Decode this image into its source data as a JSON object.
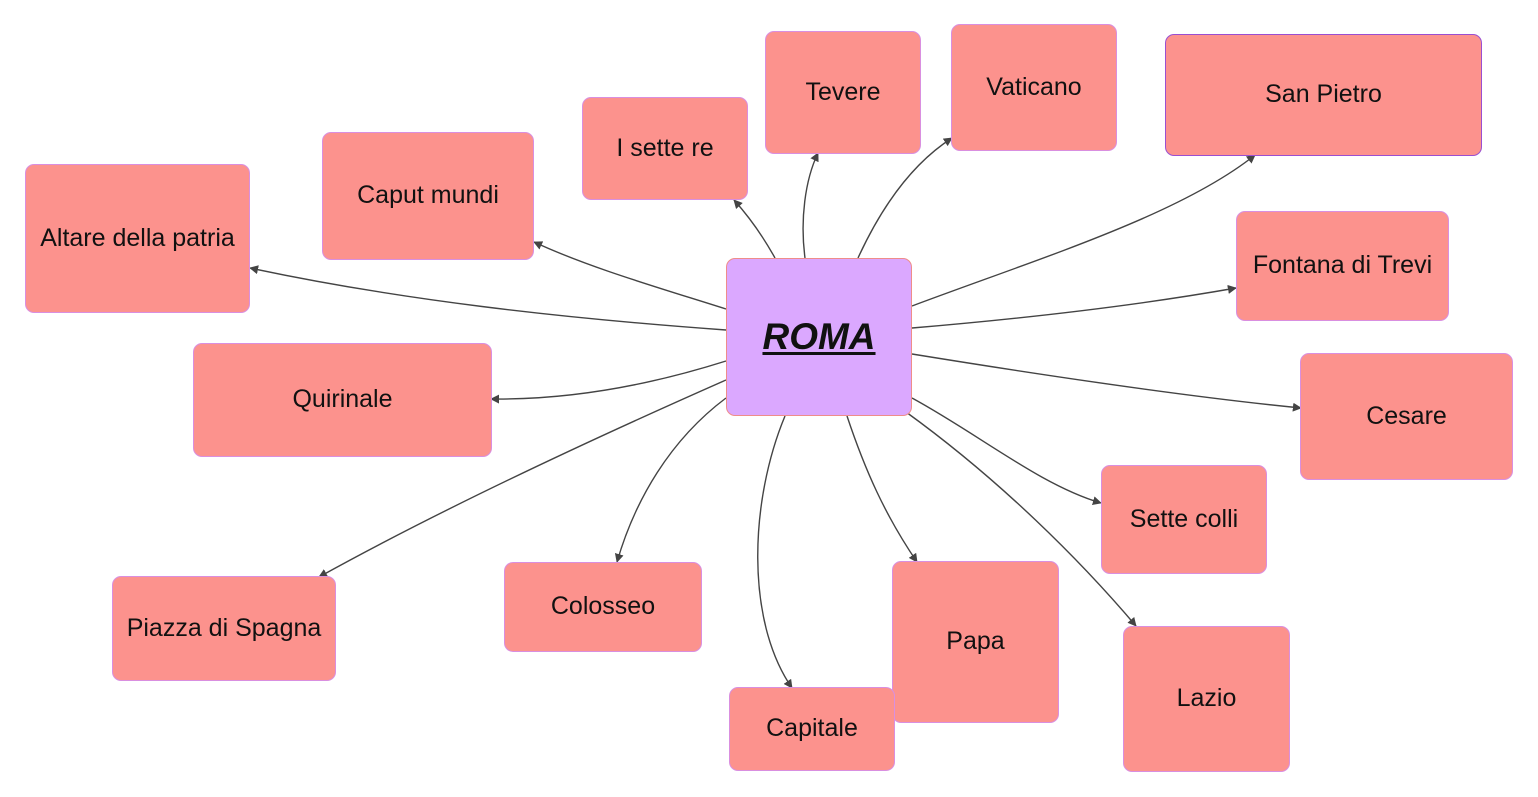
{
  "center": {
    "label": "ROMA"
  },
  "colors": {
    "node_fill": "#fc928d",
    "node_border": "#d98fe0",
    "center_fill": "#dba8ff",
    "edge": "#444444"
  },
  "nodes": [
    {
      "id": "altare",
      "label": "Altare della patria"
    },
    {
      "id": "caput",
      "label": "Caput mundi"
    },
    {
      "id": "re",
      "label": "I sette re"
    },
    {
      "id": "tevere",
      "label": "Tevere"
    },
    {
      "id": "vaticano",
      "label": "Vaticano"
    },
    {
      "id": "sanpietro",
      "label": "San Pietro"
    },
    {
      "id": "trevi",
      "label": "Fontana di Trevi"
    },
    {
      "id": "cesare",
      "label": "Cesare"
    },
    {
      "id": "colli",
      "label": "Sette colli"
    },
    {
      "id": "lazio",
      "label": "Lazio"
    },
    {
      "id": "papa",
      "label": "Papa"
    },
    {
      "id": "capitale",
      "label": "Capitale"
    },
    {
      "id": "colosseo",
      "label": "Colosseo"
    },
    {
      "id": "spagna",
      "label": "Piazza di Spagna"
    },
    {
      "id": "quirinale",
      "label": "Quirinale"
    }
  ],
  "edges": [
    {
      "from": "center",
      "to": "altare"
    },
    {
      "from": "center",
      "to": "caput"
    },
    {
      "from": "center",
      "to": "re"
    },
    {
      "from": "center",
      "to": "tevere"
    },
    {
      "from": "center",
      "to": "vaticano"
    },
    {
      "from": "center",
      "to": "sanpietro"
    },
    {
      "from": "center",
      "to": "trevi"
    },
    {
      "from": "center",
      "to": "cesare"
    },
    {
      "from": "center",
      "to": "colli"
    },
    {
      "from": "center",
      "to": "lazio"
    },
    {
      "from": "center",
      "to": "papa"
    },
    {
      "from": "center",
      "to": "capitale"
    },
    {
      "from": "center",
      "to": "colosseo"
    },
    {
      "from": "center",
      "to": "spagna"
    },
    {
      "from": "center",
      "to": "quirinale"
    }
  ]
}
